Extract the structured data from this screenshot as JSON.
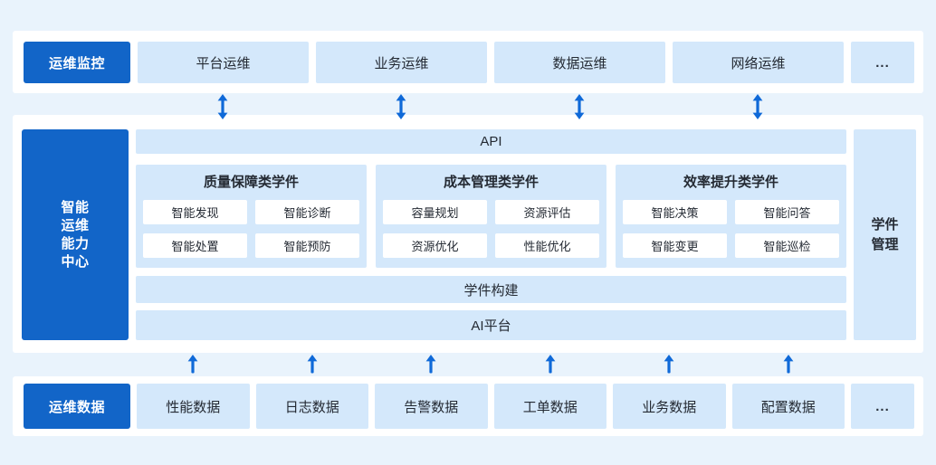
{
  "colors": {
    "page_background": "#e9f3fc",
    "panel_background": "#ffffff",
    "accent_blue": "#1265c8",
    "arrow_blue": "#0f69d8",
    "item_light_blue": "#d4e8fb",
    "text_dark": "#242a33"
  },
  "icons": {
    "bidirectional_arrow": "double-vertical-arrow",
    "upward_arrow": "up-arrow"
  },
  "top": {
    "label": "运维监控",
    "items": [
      "平台运维",
      "业务运维",
      "数据运维",
      "网络运维"
    ],
    "more": "..."
  },
  "middle": {
    "label_lines": [
      "智能",
      "运维",
      "能力",
      "中心"
    ],
    "api_bar": "API",
    "groups": [
      {
        "title": "质量保障类学件",
        "items": [
          "智能发现",
          "智能诊断",
          "智能处置",
          "智能预防"
        ]
      },
      {
        "title": "成本管理类学件",
        "items": [
          "容量规划",
          "资源评估",
          "资源优化",
          "性能优化"
        ]
      },
      {
        "title": "效率提升类学件",
        "items": [
          "智能决策",
          "智能问答",
          "智能变更",
          "智能巡检"
        ]
      }
    ],
    "build_bar": "学件构建",
    "ai_bar": "AI平台",
    "side_label_lines": [
      "学件",
      "管理"
    ]
  },
  "bottom": {
    "label": "运维数据",
    "items": [
      "性能数据",
      "日志数据",
      "告警数据",
      "工单数据",
      "业务数据",
      "配置数据"
    ],
    "more": "..."
  }
}
